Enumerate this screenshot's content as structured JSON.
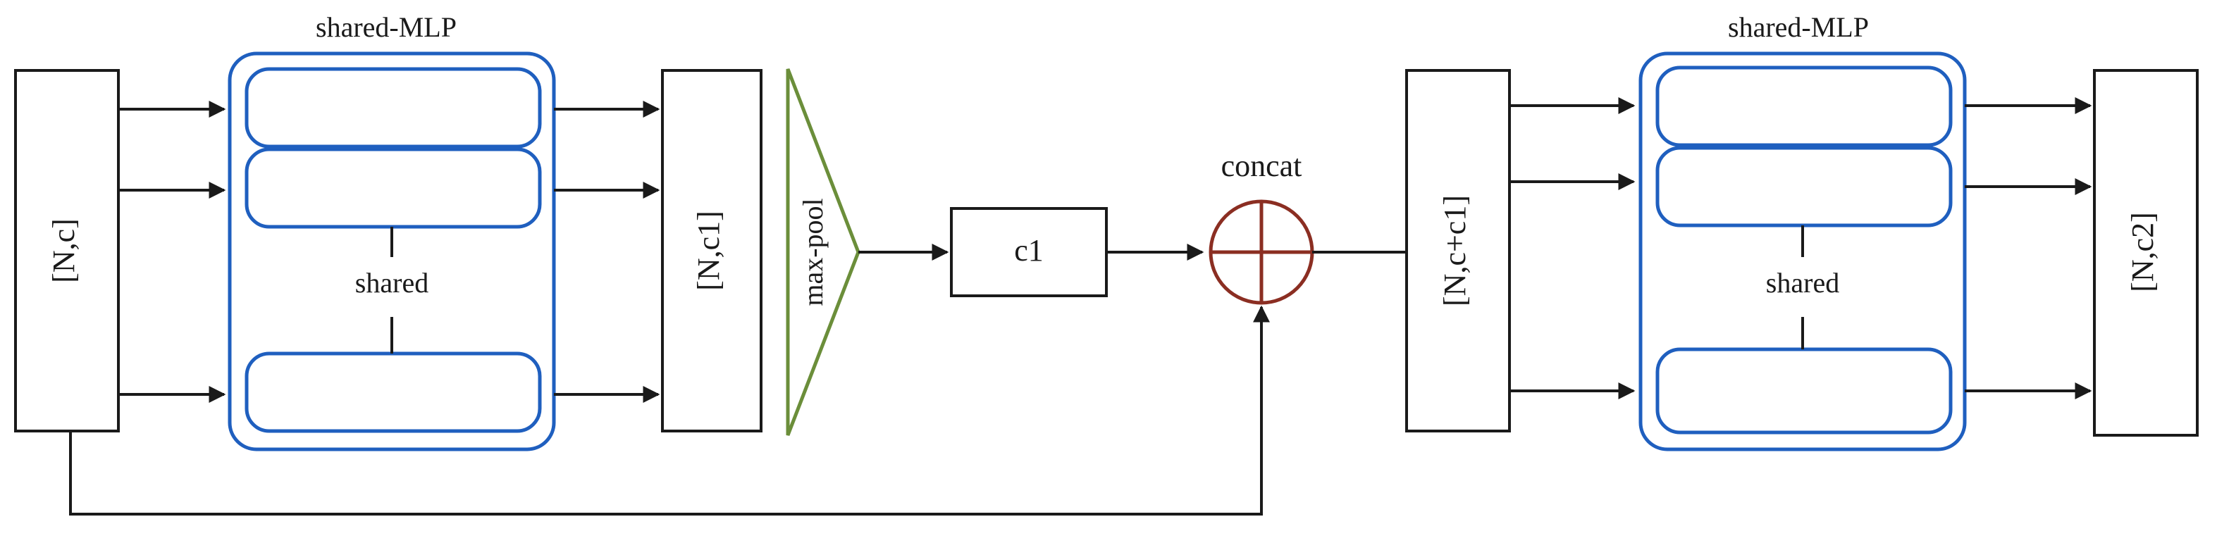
{
  "labels": {
    "input": "[N,c]",
    "shared_mlp_1": "shared-MLP",
    "shared_1": "shared",
    "output_1": "[N,c1]",
    "maxpool": "max-pool",
    "pooled": "c1",
    "concat": "concat",
    "concat_out": "[N,c+c1]",
    "shared_mlp_2": "shared-MLP",
    "shared_2": "shared",
    "output_2": "[N,c2]"
  },
  "colors": {
    "stroke": "#1a1a1a",
    "mlp_blue": "#1f5fbf",
    "maxpool_green": "#6b8e3a",
    "concat_red": "#8b2e22",
    "background": "#ffffff"
  }
}
